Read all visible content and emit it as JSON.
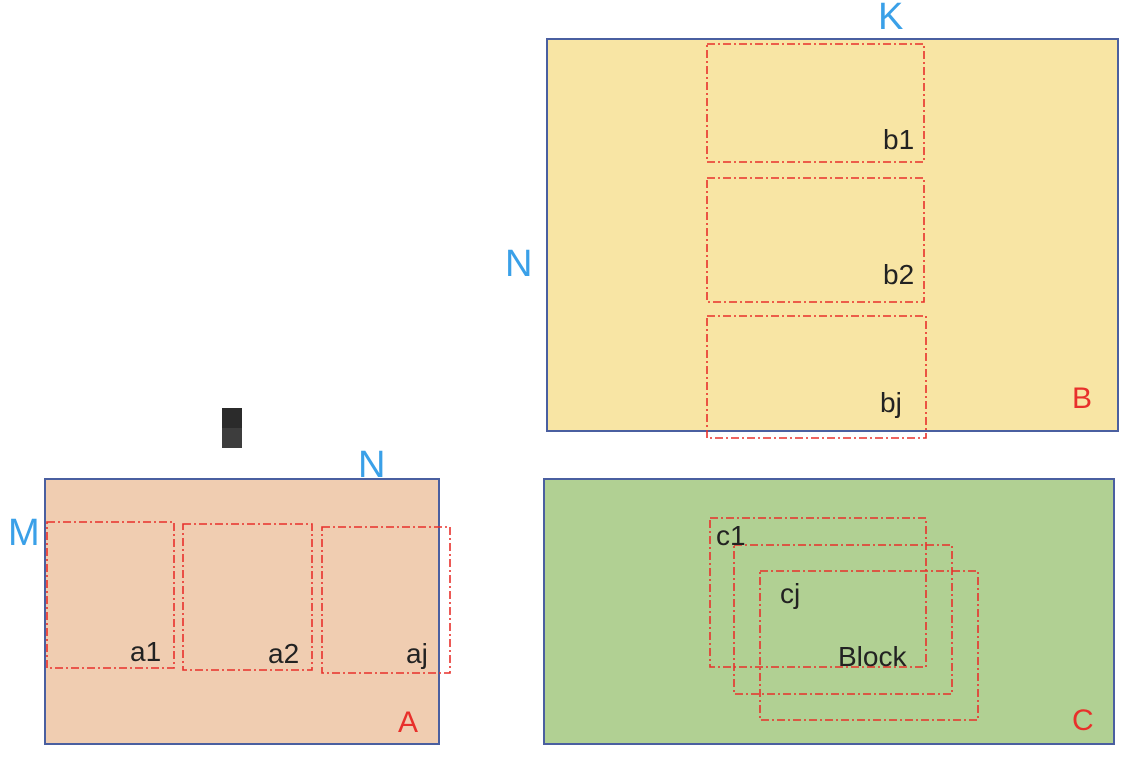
{
  "colors": {
    "dimension": "#3aa0e8",
    "matrix_label": "#e8302b",
    "tile_border": "#e8302b",
    "matrix_border": "#4a5fa0",
    "fill_A": "#f0cdb1",
    "fill_B": "#f8e5a4",
    "fill_C": "#b1d093",
    "text": "#222222"
  },
  "matrix_a": {
    "name": "A",
    "rows_dim": "M",
    "cols_dim": "N",
    "tiles": [
      "a1",
      "a2",
      "aj"
    ]
  },
  "matrix_b": {
    "name": "B",
    "rows_dim": "N",
    "cols_dim": "K",
    "tiles": [
      "b1",
      "b2",
      "bj"
    ]
  },
  "matrix_c": {
    "name": "C",
    "tiles": [
      "c1",
      "cj"
    ],
    "block_label": "Block"
  }
}
